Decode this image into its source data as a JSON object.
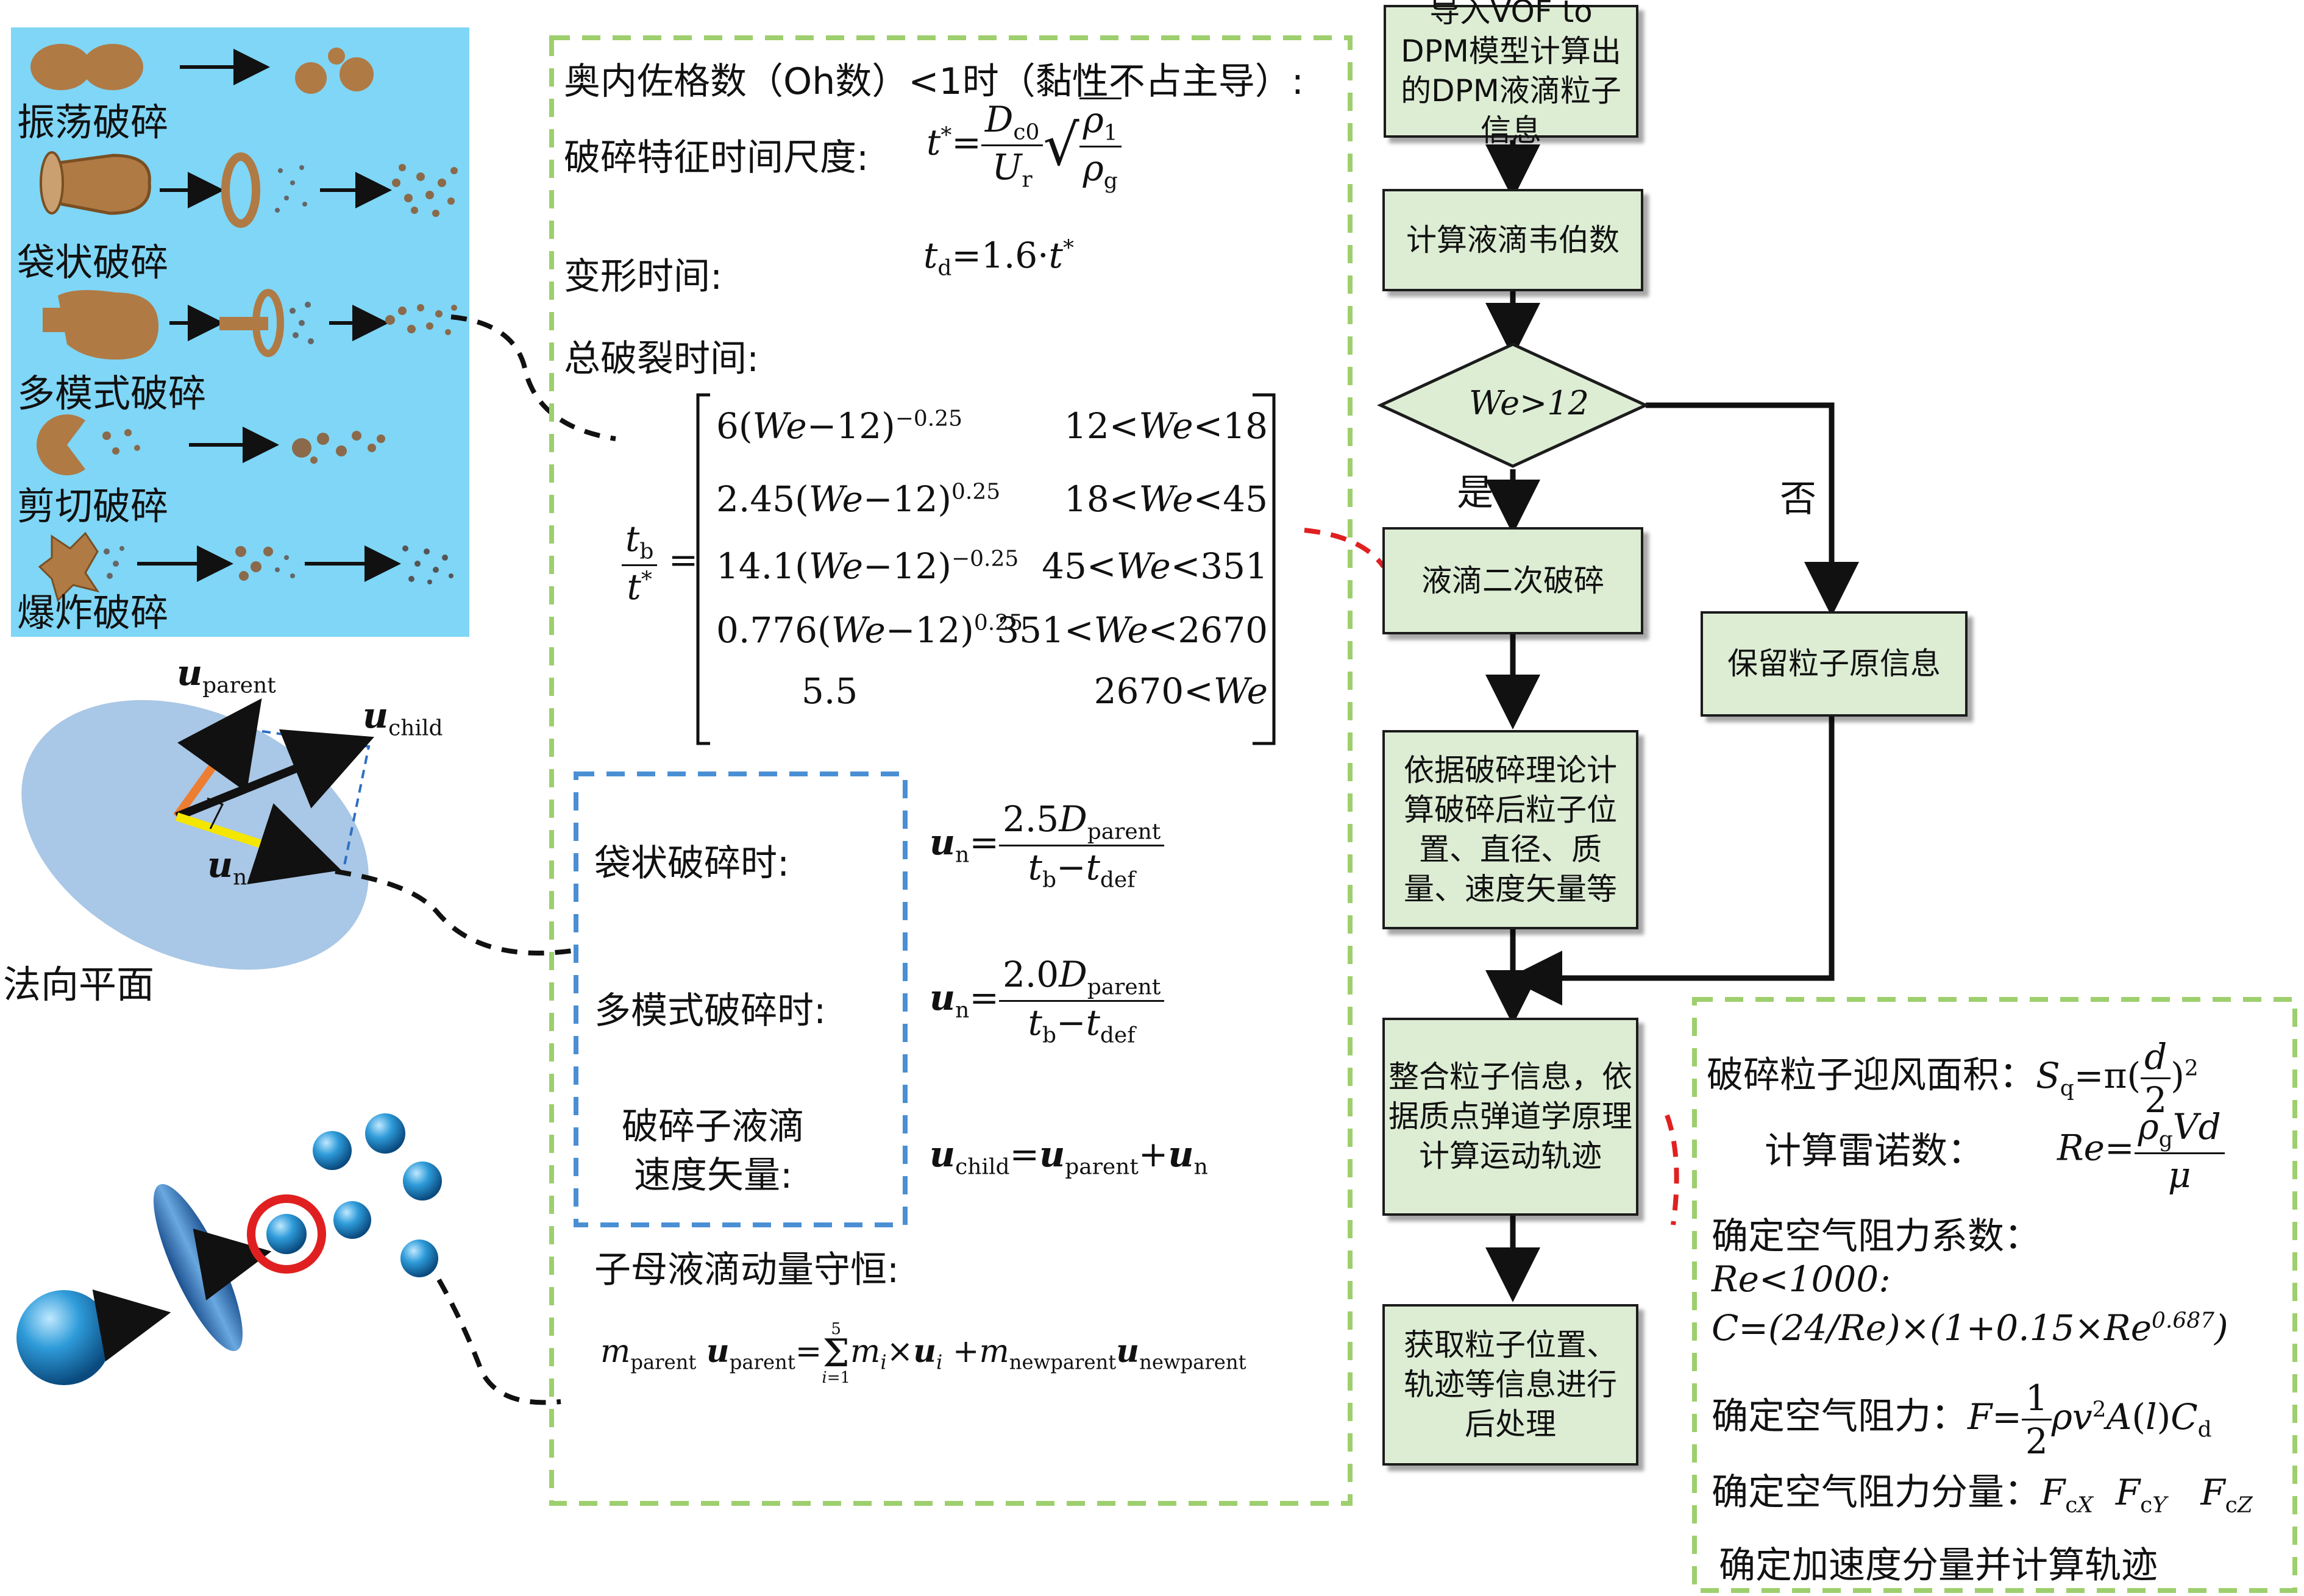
{
  "breakup_modes": {
    "vibrational": "振荡破碎",
    "bag": "袋状破碎",
    "multimode": "多模式破碎",
    "shear": "剪切破碎",
    "explosive": "爆炸破碎"
  },
  "normal_plane": {
    "label": "法向平面",
    "u_parent": "parent",
    "u_child": "child",
    "u_n": "n"
  },
  "middle": {
    "ohnesorge": "奥内佐格数（Oh数）<1时（黏性不占主导）:",
    "char_time_label": "破碎特征时间尺度:",
    "deform_label": "变形时间:",
    "deform_eq": "1.6·",
    "total_label": "总破裂时间:",
    "cases": [
      {
        "expr": "6(We−12)",
        "exp": "−0.25",
        "cond": "12<We<18"
      },
      {
        "expr": "2.45(We−12)",
        "exp": "0.25",
        "cond": "18<We<45"
      },
      {
        "expr": "14.1(We−12)",
        "exp": "−0.25",
        "cond": "45<We<351"
      },
      {
        "expr": "0.776(We−12)",
        "exp": "0.25",
        "cond": "351<We<2670"
      },
      {
        "expr": "5.5",
        "exp": "",
        "cond": "2670<We"
      }
    ],
    "bag_label": "袋状破碎时:",
    "bag_coef": "2.5",
    "multi_label": "多模式破碎时:",
    "multi_coef": "2.0",
    "child_label_1": "破碎子液滴",
    "child_label_2": "速度矢量:",
    "momentum_label": "子母液滴动量守恒:"
  },
  "flowchart": {
    "step1": "导入VOF to DPM模型计算出的DPM液滴粒子信息",
    "step2": "计算液滴韦伯数",
    "decision": "We>12",
    "yes": "是",
    "no": "否",
    "step3": "液滴二次破碎",
    "step4": "依据破碎理论计算破碎后粒子位置、直径、质量、速度矢量等",
    "keep": "保留粒子原信息",
    "step5": "整合粒子信息，依据质点弹道学原理计算运动轨迹",
    "step6": "获取粒子位置、轨迹等信息进行后处理"
  },
  "right": {
    "area_label": "破碎粒子迎风面积：",
    "re_label": "计算雷诺数：",
    "drag_coef_label": "确定空气阻力系数：",
    "re_cond": "Re<1000:",
    "drag_formula": "C=(24/Re)×(1+0.15×Re",
    "drag_exp": "0.687",
    "drag_label": "确定空气阻力：",
    "comp_label": "确定空气阻力分量：",
    "accel_label": "确定加速度分量并计算轨迹"
  },
  "colors": {
    "sky_panel": "#7fd6f6",
    "droplet": "#b07a45",
    "flow_box": "#ddedd4",
    "green_dash": "#9ecf6e",
    "blue_dash": "#4a8fd4",
    "ellipse": "#a9c7e6",
    "orange": "#ed7d31",
    "yellow": "#f5e600",
    "red": "#e02020",
    "sphere": "#2e9bd9"
  }
}
